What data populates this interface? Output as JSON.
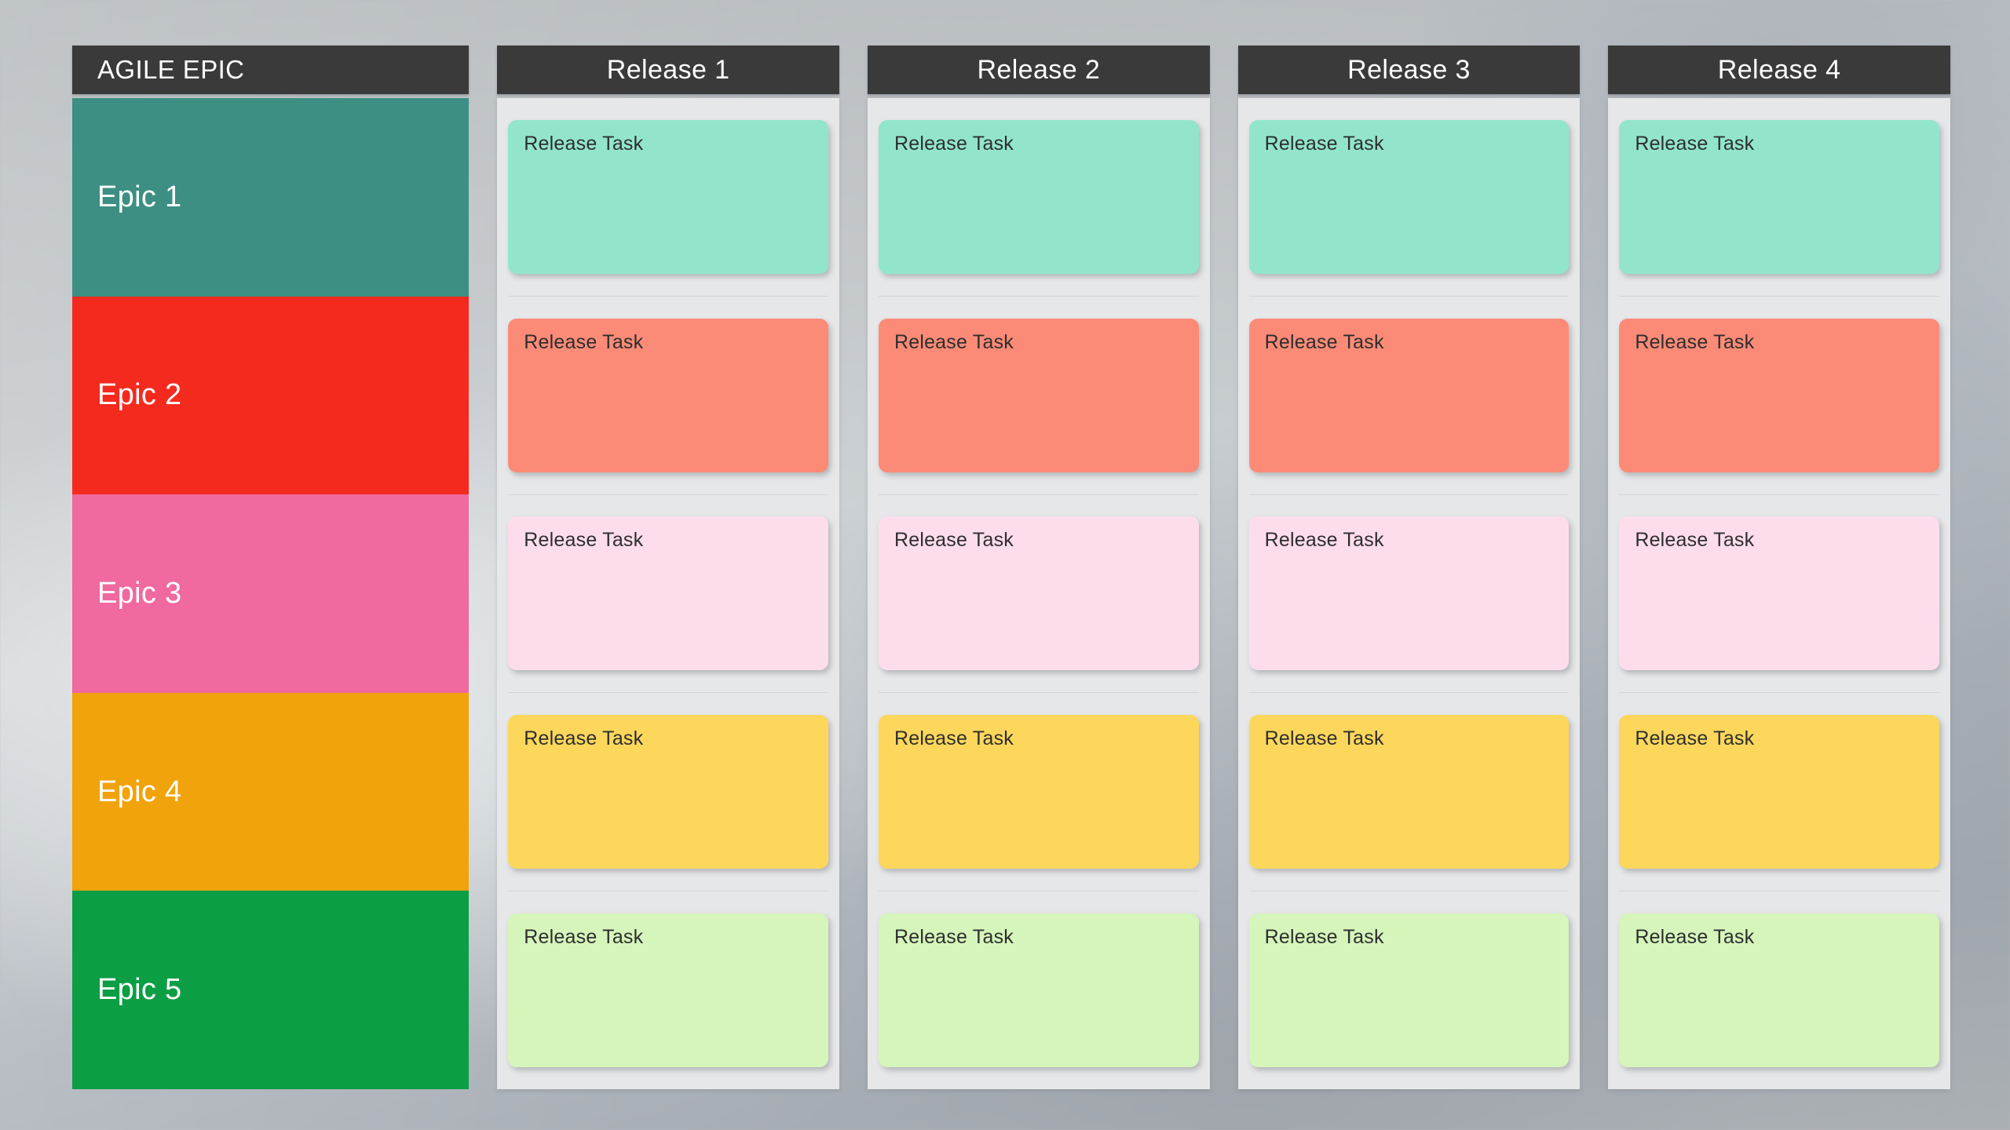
{
  "board": {
    "epic_column": {
      "header": "AGILE EPIC",
      "epics": [
        {
          "label": "Epic 1",
          "color": "#3C8F82"
        },
        {
          "label": "Epic 2",
          "color": "#F42A1E"
        },
        {
          "label": "Epic 3",
          "color": "#F0699F"
        },
        {
          "label": "Epic 4",
          "color": "#F0A30A"
        },
        {
          "label": "Epic 5",
          "color": "#0C9E44"
        }
      ]
    },
    "releases": [
      {
        "header": "Release 1"
      },
      {
        "header": "Release 2"
      },
      {
        "header": "Release 3"
      },
      {
        "header": "Release 4"
      }
    ],
    "task_label": "Release Task",
    "row_card_colors": [
      "#92E5CC",
      "#FB8B77",
      "#FDDDEC",
      "#FCD75B",
      "#D5F5BB"
    ],
    "tasks": [
      {
        "row": 1,
        "cells": [
          "Release Task",
          "Release Task",
          "Release Task",
          "Release Task"
        ]
      },
      {
        "row": 2,
        "cells": [
          "Release Task",
          "Release Task",
          "Release Task",
          "Release Task"
        ]
      },
      {
        "row": 3,
        "cells": [
          "Release Task",
          "Release Task",
          "Release Task",
          "Release Task"
        ]
      },
      {
        "row": 4,
        "cells": [
          "Release Task",
          "Release Task",
          "Release Task",
          "Release Task"
        ]
      },
      {
        "row": 5,
        "cells": [
          "Release Task",
          "Release Task",
          "Release Task",
          "Release Task"
        ]
      }
    ],
    "theme": {
      "header_bg": "#3A3A3A",
      "header_text": "#FFFFFF",
      "panel_bg": "#E6E7E8",
      "divider": "#D3D5D6",
      "card_text": "#2E2E2E",
      "backdrop": "#B9BDC0"
    }
  }
}
